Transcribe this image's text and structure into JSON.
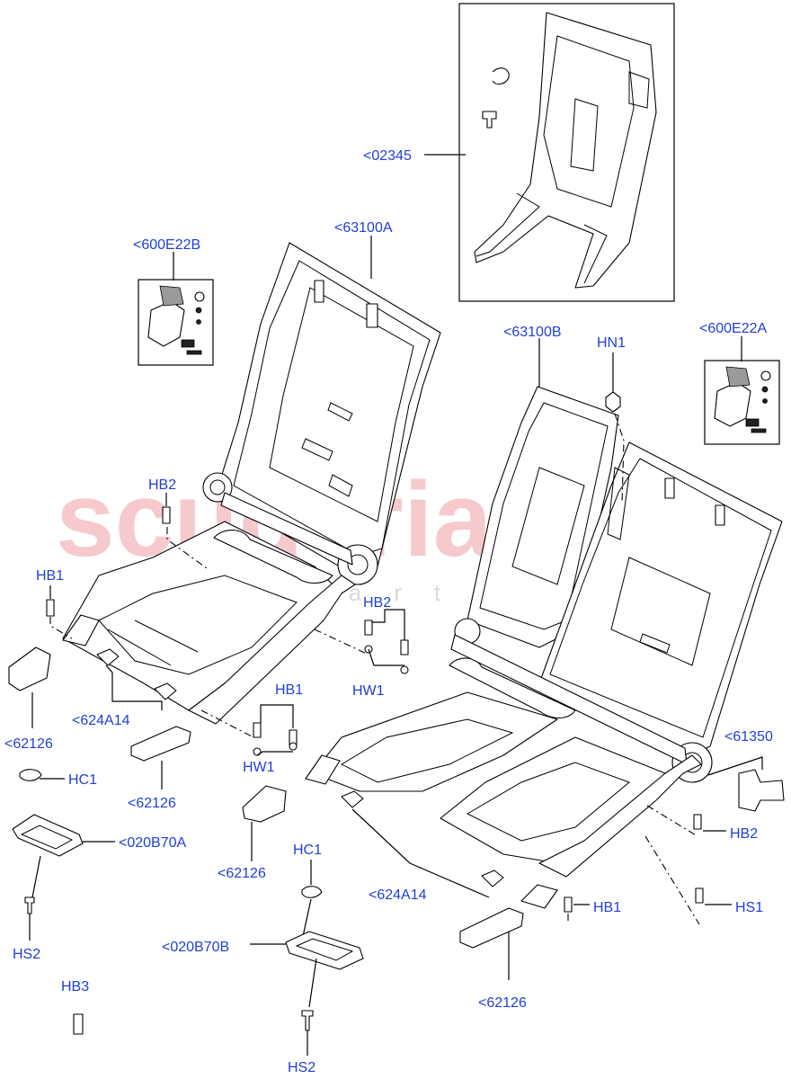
{
  "watermark": {
    "main": "scuderia",
    "sub": "car parts"
  },
  "labels": {
    "l02345": "<02345",
    "l63100A": "<63100A",
    "l600E22B": "<600E22B",
    "l63100B": "<63100B",
    "lHN1": "HN1",
    "l600E22A": "<600E22A",
    "lHB2_a": "HB2",
    "lHB1_a": "HB1",
    "lHB2_b": "HB2",
    "lHW1_a": "HW1",
    "lHB1_b": "HB1",
    "lHW1_b": "HW1",
    "l62126_a": "<62126",
    "l624A14_a": "<624A14",
    "l62126_b": "<62126",
    "lHC1_a": "HC1",
    "l020B70A": "<020B70A",
    "lHS2_a": "HS2",
    "l62126_c": "<62126",
    "lHC1_b": "HC1",
    "l020B70B": "<020B70B",
    "lHS2_b": "HS2",
    "lHB3": "HB3",
    "l624A14_b": "<624A14",
    "l61350": "<61350",
    "lHB2_c": "HB2",
    "lHS1": "HS1",
    "lHB1_c": "HB1",
    "l62126_d": "<62126"
  }
}
